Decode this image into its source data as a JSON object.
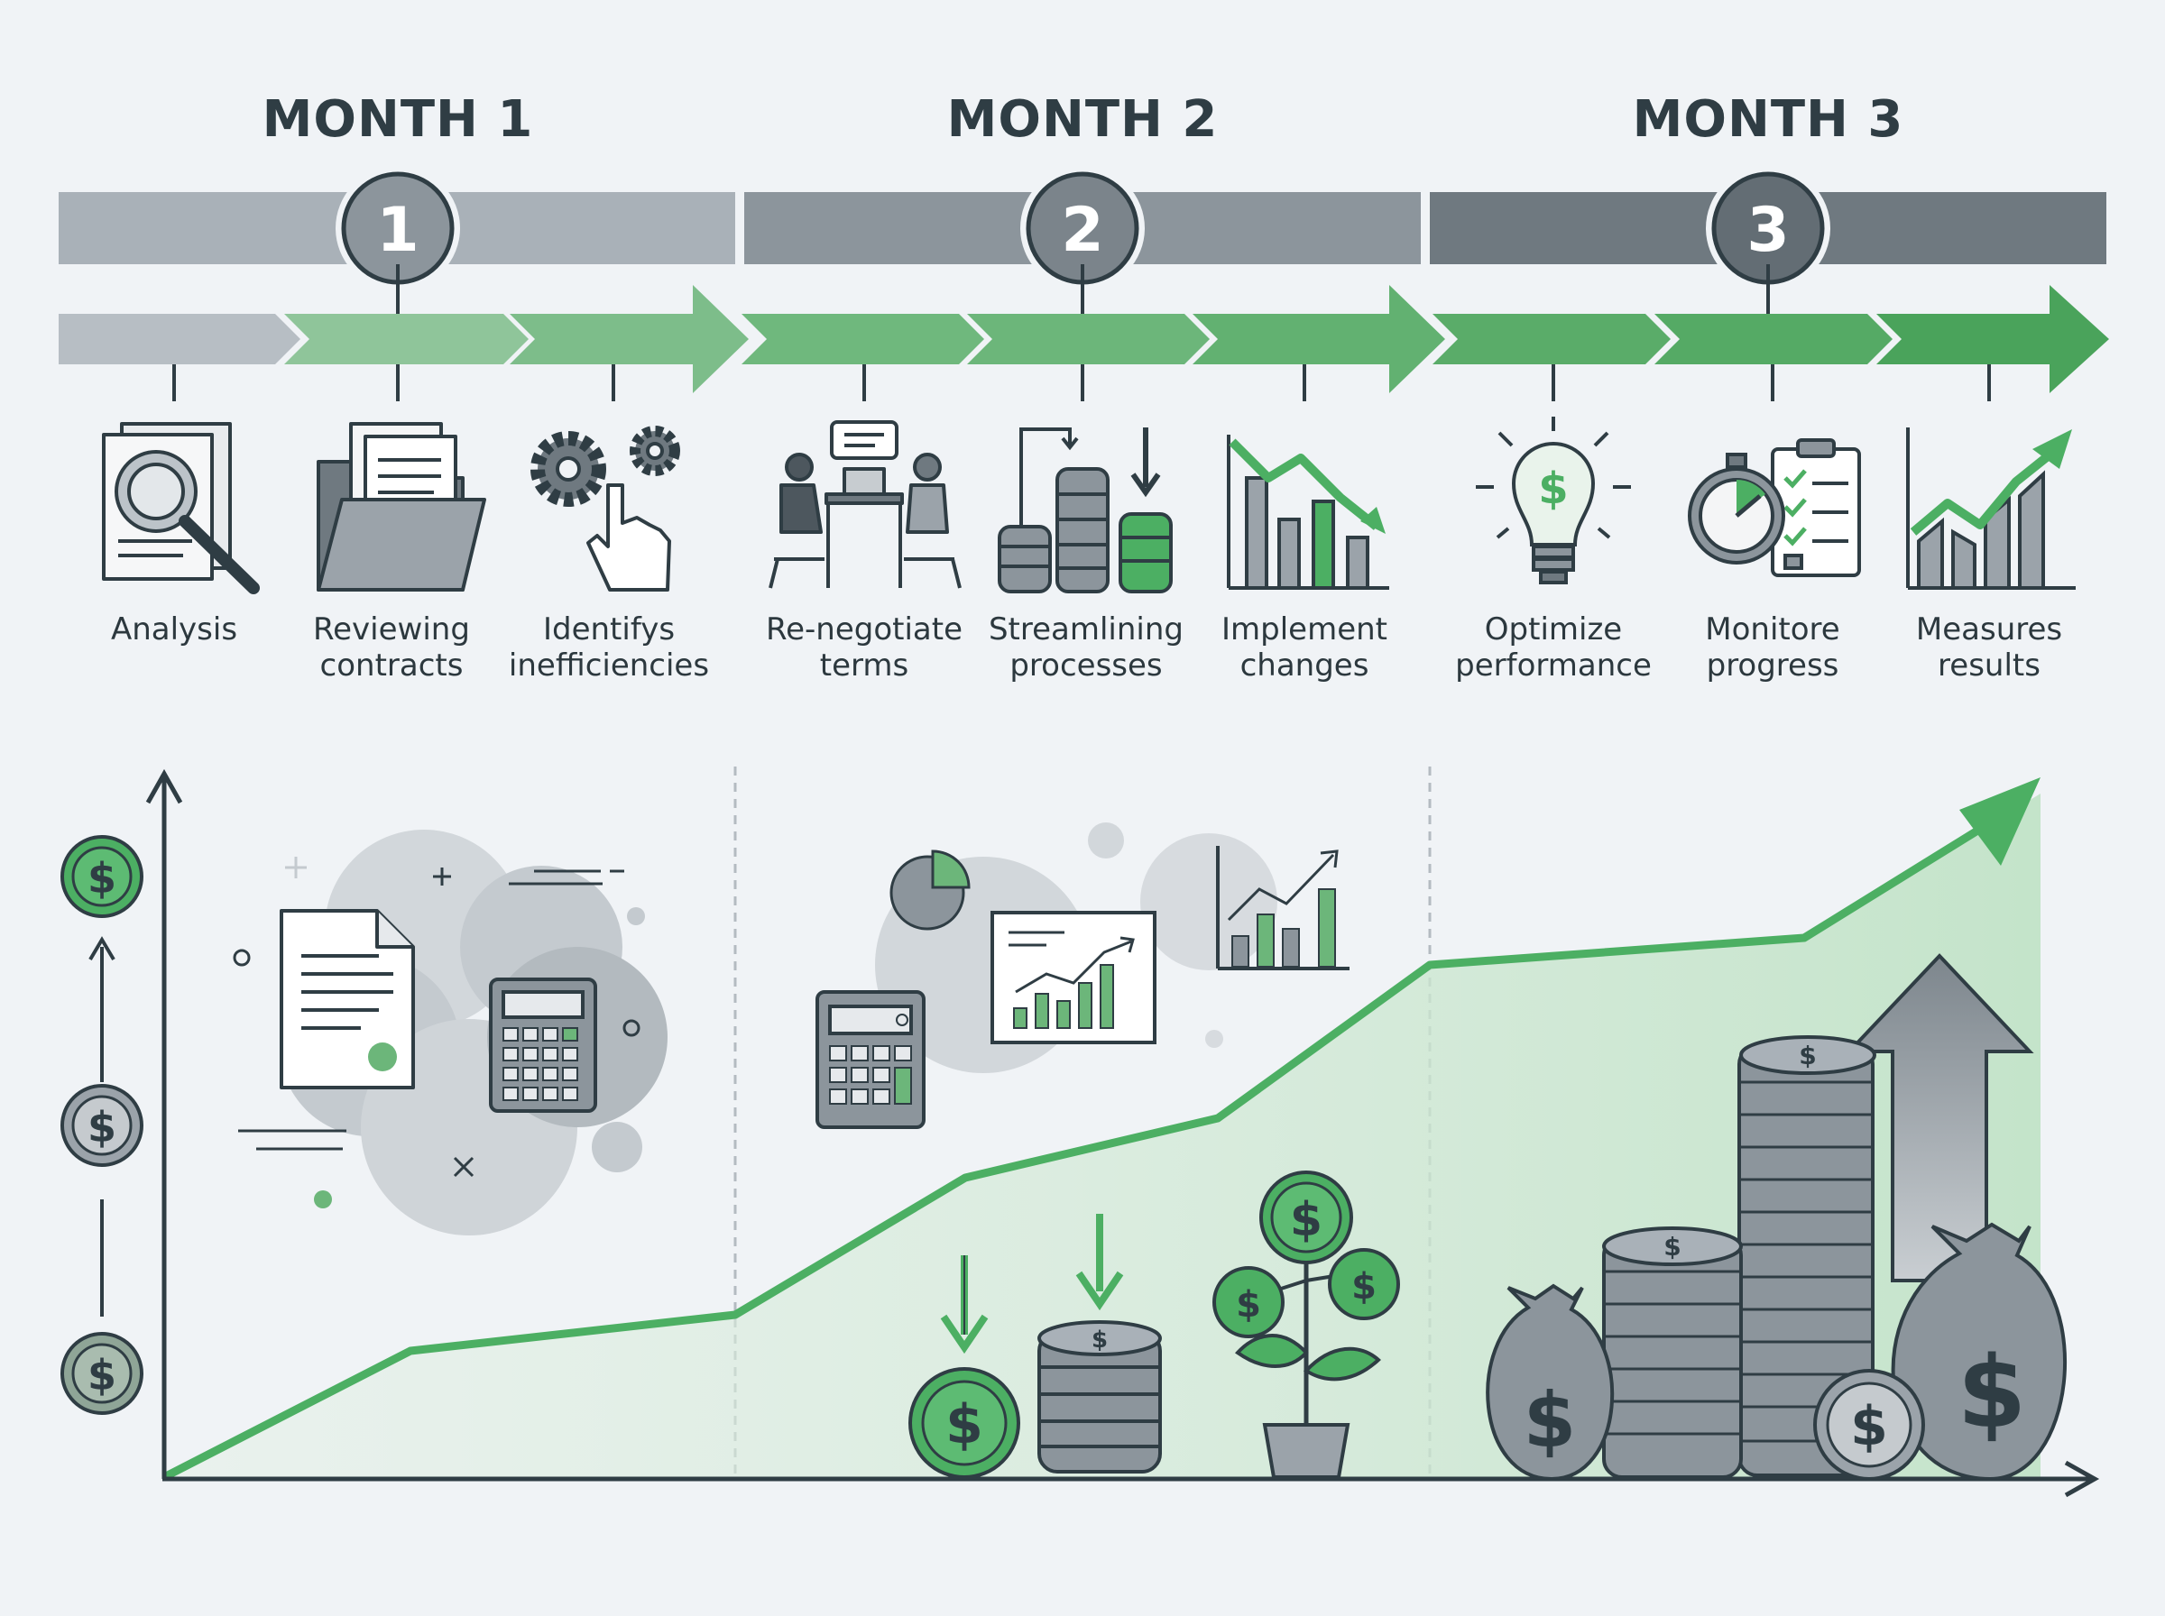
{
  "months": [
    {
      "title": "MONTH 1",
      "number": "1"
    },
    {
      "title": "MONTH 2",
      "number": "2"
    },
    {
      "title": "MONTH 3",
      "number": "3"
    }
  ],
  "steps": [
    {
      "label": "Analysis",
      "icon": "document-magnifier-icon"
    },
    {
      "label": "Reviewing\ncontracts",
      "icon": "folder-documents-icon"
    },
    {
      "label": "Identifys\ninefficiencies",
      "icon": "gears-hand-icon"
    },
    {
      "label": "Re-negotiate\nterms",
      "icon": "meeting-people-icon"
    },
    {
      "label": "Streamlining\nprocesses",
      "icon": "coin-stacks-icon"
    },
    {
      "label": "Implement\nchanges",
      "icon": "declining-chart-icon"
    },
    {
      "label": "Optimize\nperformance",
      "icon": "lightbulb-dollar-icon"
    },
    {
      "label": "Monitore\nprogress",
      "icon": "stopwatch-checklist-icon"
    },
    {
      "label": "Measures\nresults",
      "icon": "rising-chart-icon"
    }
  ],
  "axis_coins": {
    "symbol": "$"
  },
  "colors": {
    "accent": "#4caf63",
    "dark": "#2f3d44",
    "grey": "#8a939a",
    "light_green": "#cfe8d3",
    "background": "#f0f3f6"
  }
}
